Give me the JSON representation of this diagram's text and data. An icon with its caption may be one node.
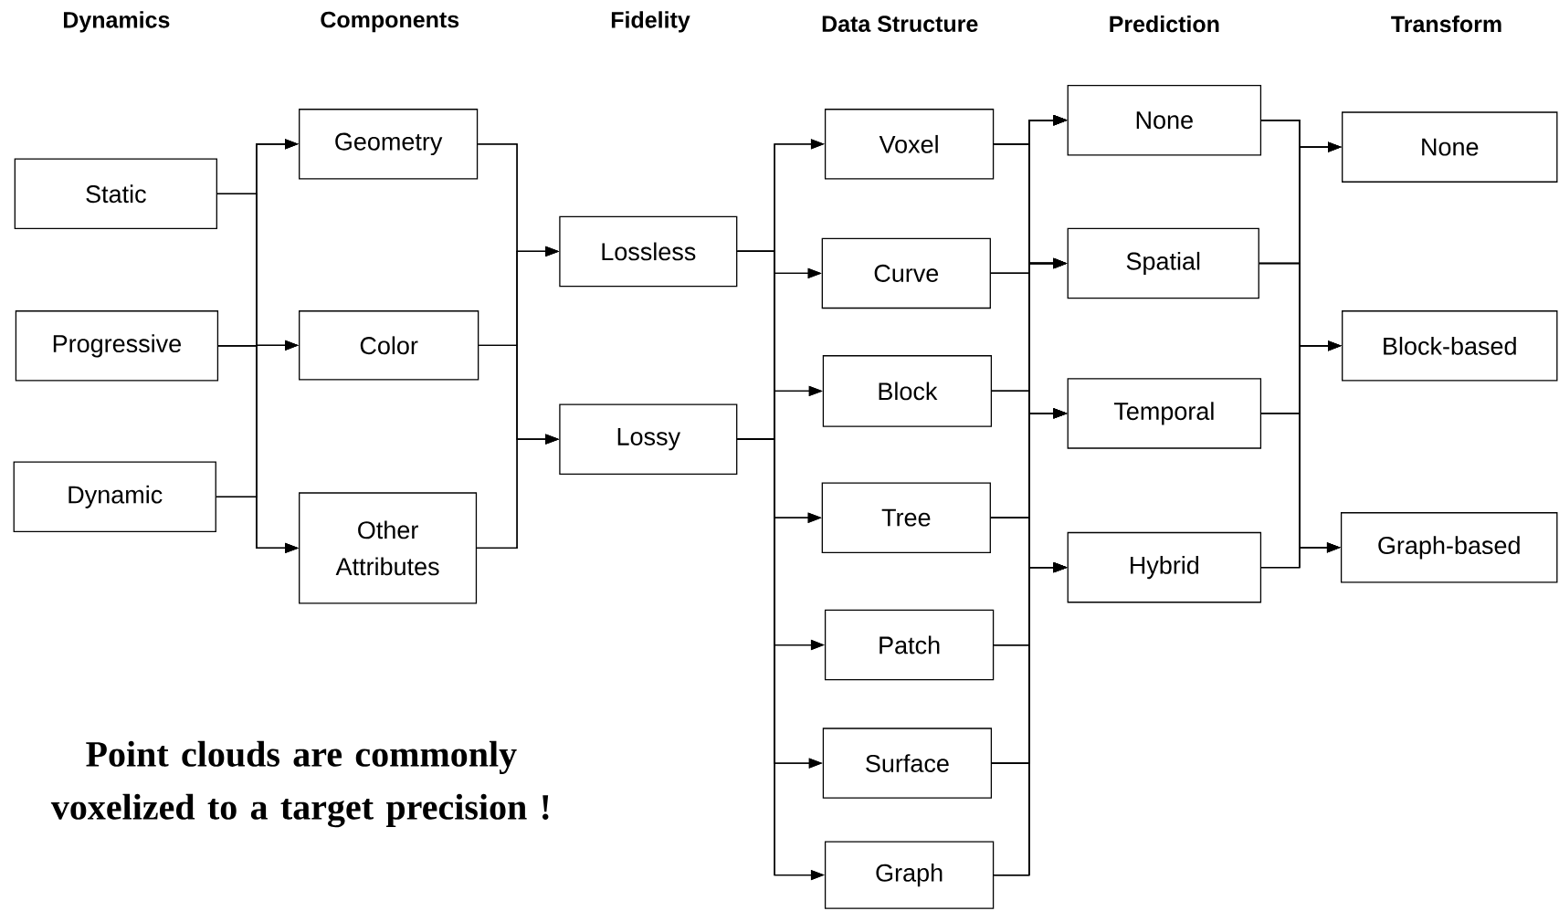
{
  "diagram": {
    "nodes": [
      {
        "text": [
          "Static"
        ]
      },
      {
        "text": [
          "Progressive"
        ]
      },
      {
        "text": [
          "Dynamic"
        ]
      },
      {
        "text": [
          "Geometry"
        ]
      },
      {
        "text": [
          "Color"
        ]
      },
      {
        "text": [
          "Other Attributes"
        ]
      },
      {
        "text": [
          "Lossless"
        ]
      },
      {
        "text": [
          "Lossy"
        ]
      },
      {
        "text": [
          "Voxel"
        ]
      },
      {
        "text": [
          "Curve"
        ]
      },
      {
        "text": [
          "Block"
        ]
      },
      {
        "text": [
          "Tree"
        ]
      },
      {
        "text": [
          "Patch"
        ]
      },
      {
        "text": [
          "Surface"
        ]
      },
      {
        "text": [
          "Graph"
        ]
      },
      {
        "text": [
          "None"
        ]
      },
      {
        "text": [
          "Spatial"
        ]
      },
      {
        "text": [
          "Temporal"
        ]
      },
      {
        "text": [
          "Hybrid"
        ]
      },
      {
        "text": [
          "None"
        ]
      },
      {
        "text": [
          "Block-based"
        ]
      },
      {
        "text": [
          "Graph-based"
        ]
      }
    ],
    "edges": [
      {
        "from": 0,
        "to": 3,
        "arrow": "to"
      },
      {
        "from": 0,
        "to": 4,
        "arrow": "to"
      },
      {
        "from": 0,
        "to": 5,
        "arrow": "to"
      },
      {
        "from": 1,
        "to": 3,
        "arrow": "to"
      },
      {
        "from": 1,
        "to": 4,
        "arrow": "to"
      },
      {
        "from": 1,
        "to": 5,
        "arrow": "to"
      },
      {
        "from": 2,
        "to": 3,
        "arrow": "to"
      },
      {
        "from": 2,
        "to": 4,
        "arrow": "to"
      },
      {
        "from": 2,
        "to": 5,
        "arrow": "to"
      },
      {
        "from": 3,
        "to": 6,
        "arrow": "to"
      },
      {
        "from": 3,
        "to": 7,
        "arrow": "to"
      },
      {
        "from": 4,
        "to": 6,
        "arrow": "to"
      },
      {
        "from": 4,
        "to": 7,
        "arrow": "to"
      },
      {
        "from": 5,
        "to": 6,
        "arrow": "to"
      },
      {
        "from": 5,
        "to": 7,
        "arrow": "to"
      },
      {
        "from": 6,
        "to": 8,
        "arrow": "to"
      },
      {
        "from": 6,
        "to": 9,
        "arrow": "to"
      },
      {
        "from": 6,
        "to": 10,
        "arrow": "to"
      },
      {
        "from": 6,
        "to": 11,
        "arrow": "to"
      },
      {
        "from": 6,
        "to": 12,
        "arrow": "to"
      },
      {
        "from": 6,
        "to": 13,
        "arrow": "to"
      },
      {
        "from": 6,
        "to": 14,
        "arrow": "to"
      },
      {
        "from": 7,
        "to": 8,
        "arrow": "to"
      },
      {
        "from": 7,
        "to": 9,
        "arrow": "to"
      },
      {
        "from": 7,
        "to": 10,
        "arrow": "to"
      },
      {
        "from": 7,
        "to": 11,
        "arrow": "to"
      },
      {
        "from": 7,
        "to": 12,
        "arrow": "to"
      },
      {
        "from": 7,
        "to": 13,
        "arrow": "to"
      },
      {
        "from": 7,
        "to": 14,
        "arrow": "to"
      },
      {
        "from": 8,
        "to": 15,
        "arrow": "to"
      },
      {
        "from": 8,
        "to": 16,
        "arrow": "to"
      },
      {
        "from": 8,
        "to": 17,
        "arrow": "to"
      },
      {
        "from": 8,
        "to": 18,
        "arrow": "to"
      },
      {
        "from": 9,
        "to": 15,
        "arrow": "to"
      },
      {
        "from": 9,
        "to": 16,
        "arrow": "to"
      },
      {
        "from": 9,
        "to": 17,
        "arrow": "to"
      },
      {
        "from": 9,
        "to": 18,
        "arrow": "to"
      },
      {
        "from": 10,
        "to": 15,
        "arrow": "to"
      },
      {
        "from": 10,
        "to": 16,
        "arrow": "to"
      },
      {
        "from": 10,
        "to": 17,
        "arrow": "to"
      },
      {
        "from": 10,
        "to": 18,
        "arrow": "to"
      },
      {
        "from": 11,
        "to": 15,
        "arrow": "to"
      },
      {
        "from": 11,
        "to": 16,
        "arrow": "to"
      },
      {
        "from": 11,
        "to": 17,
        "arrow": "to"
      },
      {
        "from": 11,
        "to": 18,
        "arrow": "to"
      },
      {
        "from": 12,
        "to": 15,
        "arrow": "to"
      },
      {
        "from": 12,
        "to": 16,
        "arrow": "to"
      },
      {
        "from": 12,
        "to": 17,
        "arrow": "to"
      },
      {
        "from": 12,
        "to": 18,
        "arrow": "to"
      },
      {
        "from": 13,
        "to": 15,
        "arrow": "to"
      },
      {
        "from": 13,
        "to": 16,
        "arrow": "to"
      },
      {
        "from": 13,
        "to": 17,
        "arrow": "to"
      },
      {
        "from": 13,
        "to": 18,
        "arrow": "to"
      },
      {
        "from": 14,
        "to": 15,
        "arrow": "to"
      },
      {
        "from": 14,
        "to": 16,
        "arrow": "to"
      },
      {
        "from": 14,
        "to": 17,
        "arrow": "to"
      },
      {
        "from": 14,
        "to": 18,
        "arrow": "to"
      },
      {
        "from": 15,
        "to": 19,
        "arrow": "to"
      },
      {
        "from": 15,
        "to": 20,
        "arrow": "to"
      },
      {
        "from": 15,
        "to": 21,
        "arrow": "to"
      },
      {
        "from": 16,
        "to": 19,
        "arrow": "to"
      },
      {
        "from": 16,
        "to": 20,
        "arrow": "to"
      },
      {
        "from": 16,
        "to": 21,
        "arrow": "to"
      },
      {
        "from": 17,
        "to": 19,
        "arrow": "to"
      },
      {
        "from": 17,
        "to": 20,
        "arrow": "to"
      },
      {
        "from": 17,
        "to": 21,
        "arrow": "to"
      },
      {
        "from": 18,
        "to": 19,
        "arrow": "to"
      },
      {
        "from": 18,
        "to": 20,
        "arrow": "to"
      },
      {
        "from": 18,
        "to": 21,
        "arrow": "to"
      }
    ],
    "labels": [
      "Dynamics",
      "Components",
      "Fidelity",
      "Data Structure",
      "Prediction",
      "Transform",
      "Point clouds are commonly voxelized to a target precision !"
    ]
  }
}
